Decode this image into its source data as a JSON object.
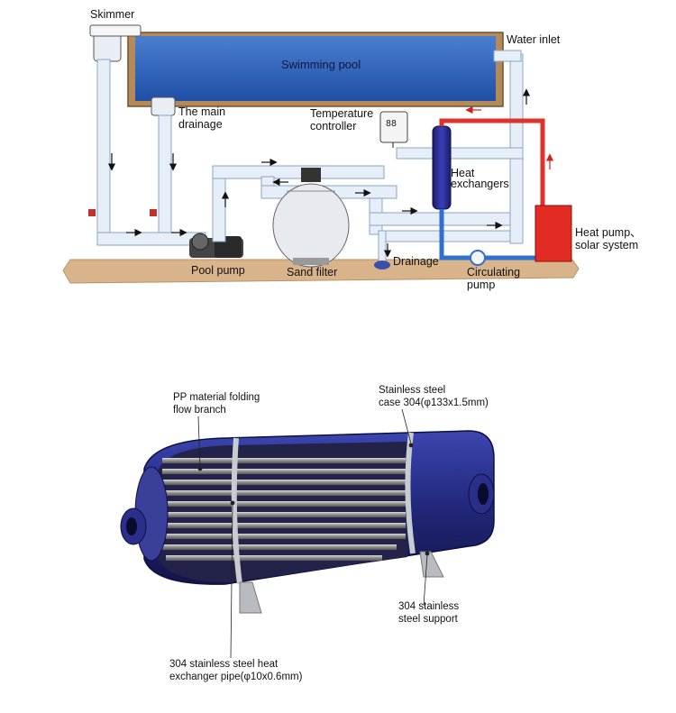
{
  "system_diagram": {
    "labels": {
      "skimmer": "Skimmer",
      "pool": "Swimming pool",
      "water_inlet": "Water inlet",
      "main_drainage_1": "The main",
      "main_drainage_2": "drainage",
      "temp_ctrl_1": "Temperature",
      "temp_ctrl_2": "controller",
      "heat_exch_1": "Heat",
      "heat_exch_2": "exchangers",
      "heat_pump_1": "Heat pump、",
      "heat_pump_2": "solar system",
      "pool_pump": "Pool pump",
      "sand_filter": "Sand filter",
      "drainage": "Drainage",
      "circ_pump_1": "Circulating",
      "circ_pump_2": "pump"
    },
    "controller_display": "88",
    "colors": {
      "water": "#2f63b8",
      "pipe": "#dfeaf6",
      "pipe_edge": "#8aa4c4",
      "hot_pipe": "#e0322c",
      "cold_pipe": "#2e6fd0",
      "heat_pump": "#e22b22",
      "ground": "#d9b48a",
      "exchanger": "#2a2c8e"
    }
  },
  "product_diagram": {
    "labels": {
      "pp_1": "PP material folding",
      "pp_2": "flow branch",
      "case_1": "Stainless steel",
      "case_2": "case 304(φ133x1.5mm)",
      "support_1": "304 stainless",
      "support_2": "steel support",
      "pipe_1": "304 stainless steel heat",
      "pipe_2": "exchanger pipe(φ10x0.6mm)"
    },
    "colors": {
      "shell": "#22277a",
      "shell_light": "#3b46b0",
      "tube": "#9a9a9a",
      "steel": "#b8bcc0"
    }
  }
}
